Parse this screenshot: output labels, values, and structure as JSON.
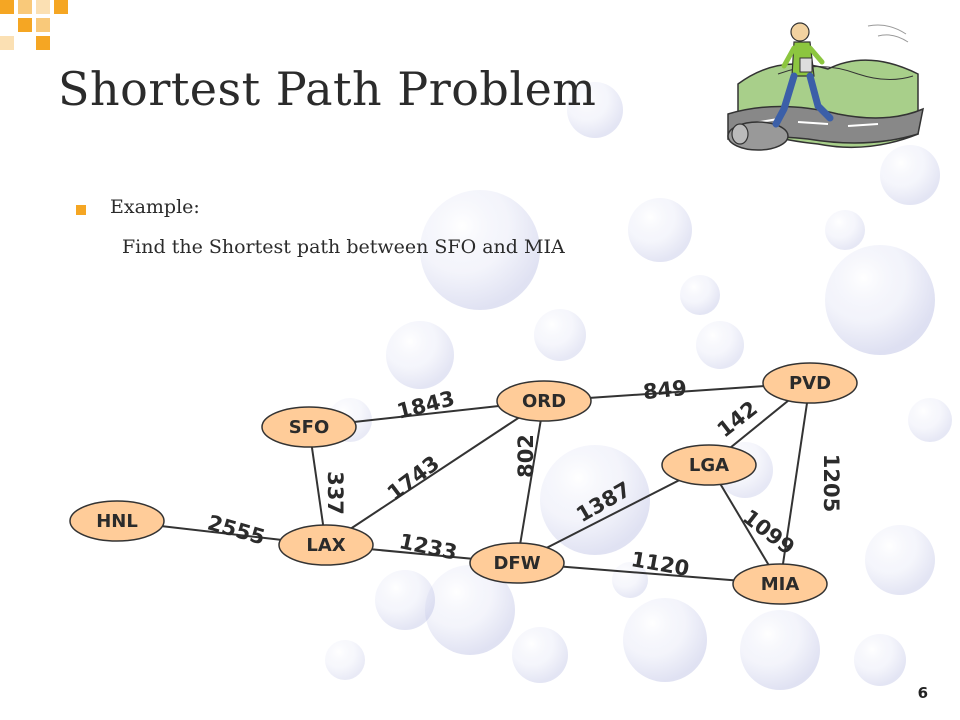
{
  "slide": {
    "title": "Shortest Path Problem",
    "bullet": "Example:",
    "subtext": "Find the Shortest path between SFO and MIA",
    "page_number": "6",
    "accent_color": "#f5a623",
    "node_fill": "#ffcc99"
  },
  "graph": {
    "nodes": [
      {
        "id": "PVD",
        "label": "PVD"
      },
      {
        "id": "ORD",
        "label": "ORD"
      },
      {
        "id": "SFO",
        "label": "SFO"
      },
      {
        "id": "LGA",
        "label": "LGA"
      },
      {
        "id": "HNL",
        "label": "HNL"
      },
      {
        "id": "LAX",
        "label": "LAX"
      },
      {
        "id": "DFW",
        "label": "DFW"
      },
      {
        "id": "MIA",
        "label": "MIA"
      }
    ],
    "edges": [
      {
        "from": "SFO",
        "to": "ORD",
        "weight": "1843"
      },
      {
        "from": "ORD",
        "to": "PVD",
        "weight": "849"
      },
      {
        "from": "LGA",
        "to": "PVD",
        "weight": "142"
      },
      {
        "from": "ORD",
        "to": "DFW",
        "weight": "802"
      },
      {
        "from": "PVD",
        "to": "MIA",
        "weight": "1205"
      },
      {
        "from": "LAX",
        "to": "ORD",
        "weight": "1743"
      },
      {
        "from": "SFO",
        "to": "LAX",
        "weight": "337"
      },
      {
        "from": "DFW",
        "to": "LGA",
        "weight": "1387"
      },
      {
        "from": "LGA",
        "to": "MIA",
        "weight": "1099"
      },
      {
        "from": "HNL",
        "to": "LAX",
        "weight": "2555"
      },
      {
        "from": "LAX",
        "to": "DFW",
        "weight": "1233"
      },
      {
        "from": "DFW",
        "to": "MIA",
        "weight": "1120"
      }
    ]
  }
}
